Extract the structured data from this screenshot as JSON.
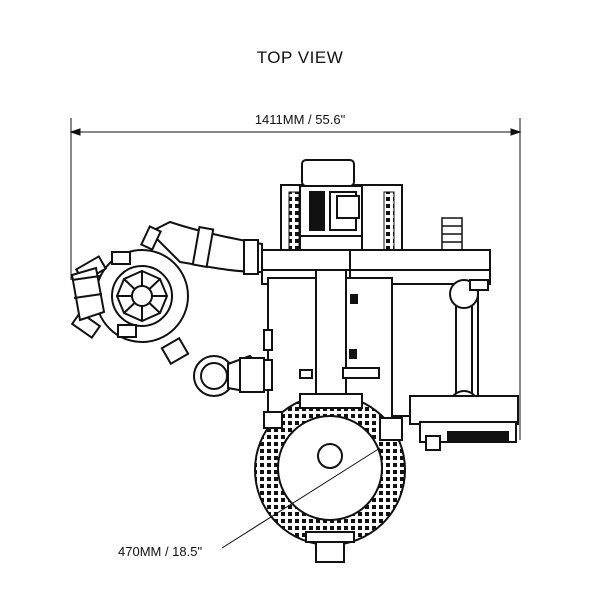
{
  "title": "TOP VIEW",
  "dimensions": {
    "overall_width": "1411MM / 55.6\"",
    "bowl_diameter": "470MM / 18.5\""
  }
}
